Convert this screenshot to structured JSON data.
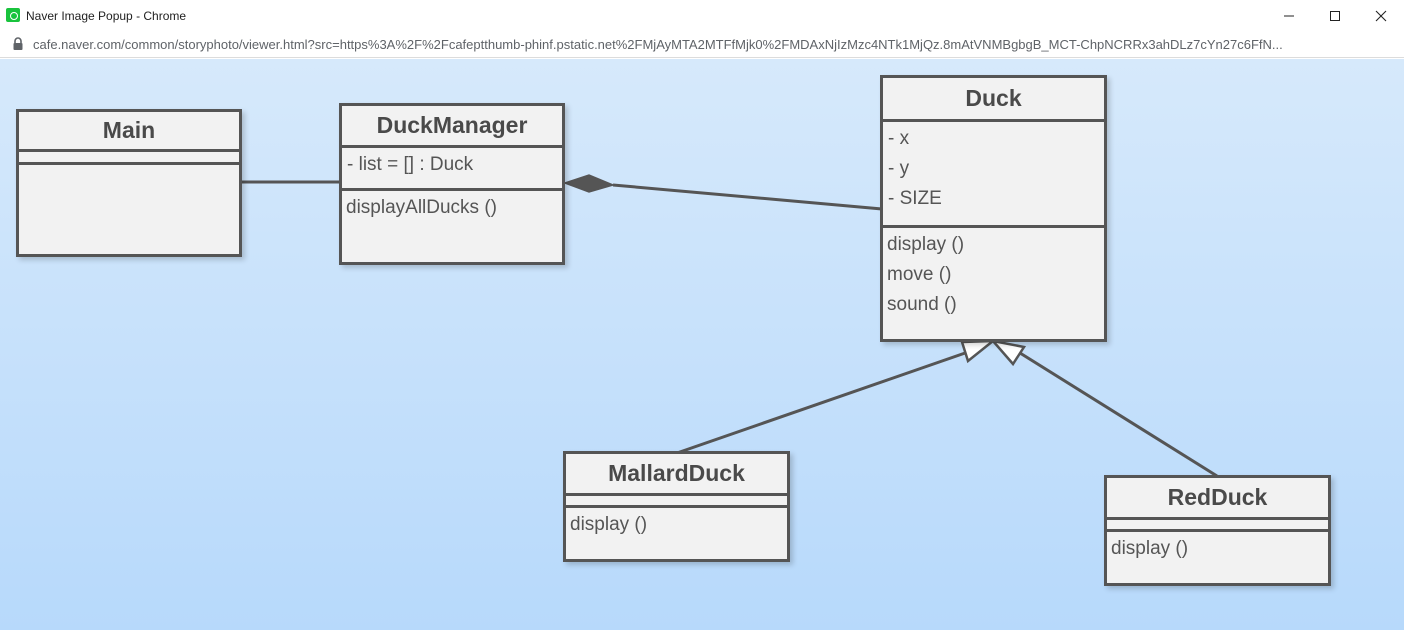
{
  "window": {
    "title": "Naver Image Popup - Chrome",
    "url": "cafe.naver.com/common/storyphoto/viewer.html?src=https%3A%2F%2Fcafeptthumb-phinf.pstatic.net%2FMjAyMTA2MTFfMjk0%2FMDAxNjIzMzc4NTk1MjQz.8mAtVNMBgbgB_MCT-ChpNCRRx3ahDLz7cYn27c6FfN...",
    "icons": [
      "app-icon",
      "minimize-icon",
      "maximize-icon",
      "close-icon",
      "lock-icon"
    ]
  },
  "colors": {
    "canvas_top": "#d6e9fb",
    "canvas_bottom": "#b7d9fb",
    "box_fill": "#f2f2f2",
    "box_border": "#555555",
    "text": "#4a4a4a"
  },
  "diagram": {
    "classes": {
      "main": {
        "name": "Main",
        "attributes": [],
        "methods": []
      },
      "duck_manager": {
        "name": "DuckManager",
        "attributes": [
          "- list = [] : Duck"
        ],
        "methods": [
          "displayAllDucks ()"
        ]
      },
      "duck": {
        "name": "Duck",
        "attributes": [
          "- x",
          "- y",
          "- SIZE"
        ],
        "methods": [
          "display ()",
          "move ()",
          "sound ()"
        ]
      },
      "mallard_duck": {
        "name": "MallardDuck",
        "attributes": [],
        "methods": [
          "display ()"
        ]
      },
      "red_duck": {
        "name": "RedDuck",
        "attributes": [],
        "methods": [
          "display ()"
        ]
      }
    },
    "relations": [
      {
        "from": "Main",
        "to": "DuckManager",
        "type": "association"
      },
      {
        "from": "DuckManager",
        "to": "Duck",
        "type": "composition"
      },
      {
        "from": "MallardDuck",
        "to": "Duck",
        "type": "inheritance"
      },
      {
        "from": "RedDuck",
        "to": "Duck",
        "type": "inheritance"
      }
    ]
  }
}
